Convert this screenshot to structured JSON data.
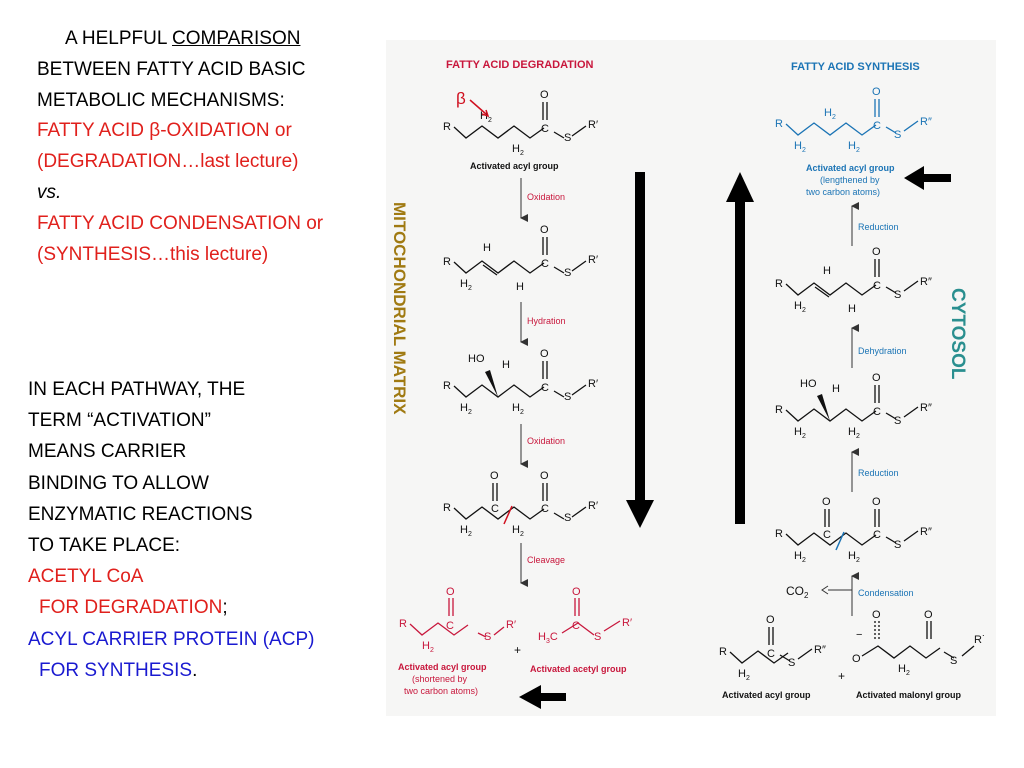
{
  "intro": {
    "line1_prefix": "A HELPFUL ",
    "line1_underlined": "COMPARISON ",
    "line2": "BETWEEN FATTY ACID BASIC",
    "line3": "METABOLIC  MECHANISMS:",
    "line4": "FATTY ACID β-OXIDATION or",
    "line5": "(DEGRADATION…last lecture)",
    "line6": "vs.",
    "line7": "FATTY ACID CONDENSATION or",
    "line8": "(SYNTHESIS…this lecture)"
  },
  "activation": {
    "line1": "IN EACH PATHWAY,  THE",
    "line2": "TERM “ACTIVATION”",
    "line3": "MEANS  CARRIER",
    "line4": "BINDING TO ALLOW",
    "line5": "ENZYMATIC REACTIONS",
    "line6": "TO TAKE PLACE:",
    "line7": "ACETYL CoA",
    "line8": "FOR DEGRADATION",
    "line8_suffix": ";",
    "line9": "ACYL CARRIER PROTEIN (ACP)",
    "line10": "FOR SYNTHESIS",
    "line10_suffix": "."
  },
  "diagram": {
    "degradation_title": "FATTY ACID DEGRADATION",
    "synthesis_title": "FATTY ACID SYNTHESIS",
    "matrix_label": "MITOCHONDRIAL MATRIX",
    "cytosol_label": "CYTOSOL",
    "beta_symbol": "β",
    "activated_acyl_group": "Activated acyl group",
    "lengthened_line1": "(lengthened by",
    "lengthened_line2": "two carbon atoms)",
    "shortened_line1": "(shortened by",
    "shortened_line2": "two carbon atoms)",
    "activated_acetyl_group": "Activated acetyl group",
    "activated_malonyl_group": "Activated malonyl group",
    "degradation_steps": [
      "Oxidation",
      "Hydration",
      "Oxidation",
      "Cleavage"
    ],
    "synthesis_steps": [
      "Reduction",
      "Dehydration",
      "Reduction",
      "Condensation"
    ],
    "co2": "CO",
    "co2_sub": "2",
    "plus": "+",
    "atoms": {
      "R": "R",
      "C": "C",
      "O": "O",
      "S": "S",
      "H": "H",
      "H2": "H",
      "sub2": "2",
      "HO": "HO",
      "Rprime": "R′",
      "Rdouble": "R″",
      "H3C": "H",
      "sub3": "3",
      "minus": "−",
      "Rstar": "R˙"
    },
    "colors": {
      "degradation": "#c8173c",
      "synthesis": "#1b74b5",
      "matrix": "#a07a12",
      "cytosol": "#2a8f8f",
      "arrow": "#000000"
    }
  }
}
